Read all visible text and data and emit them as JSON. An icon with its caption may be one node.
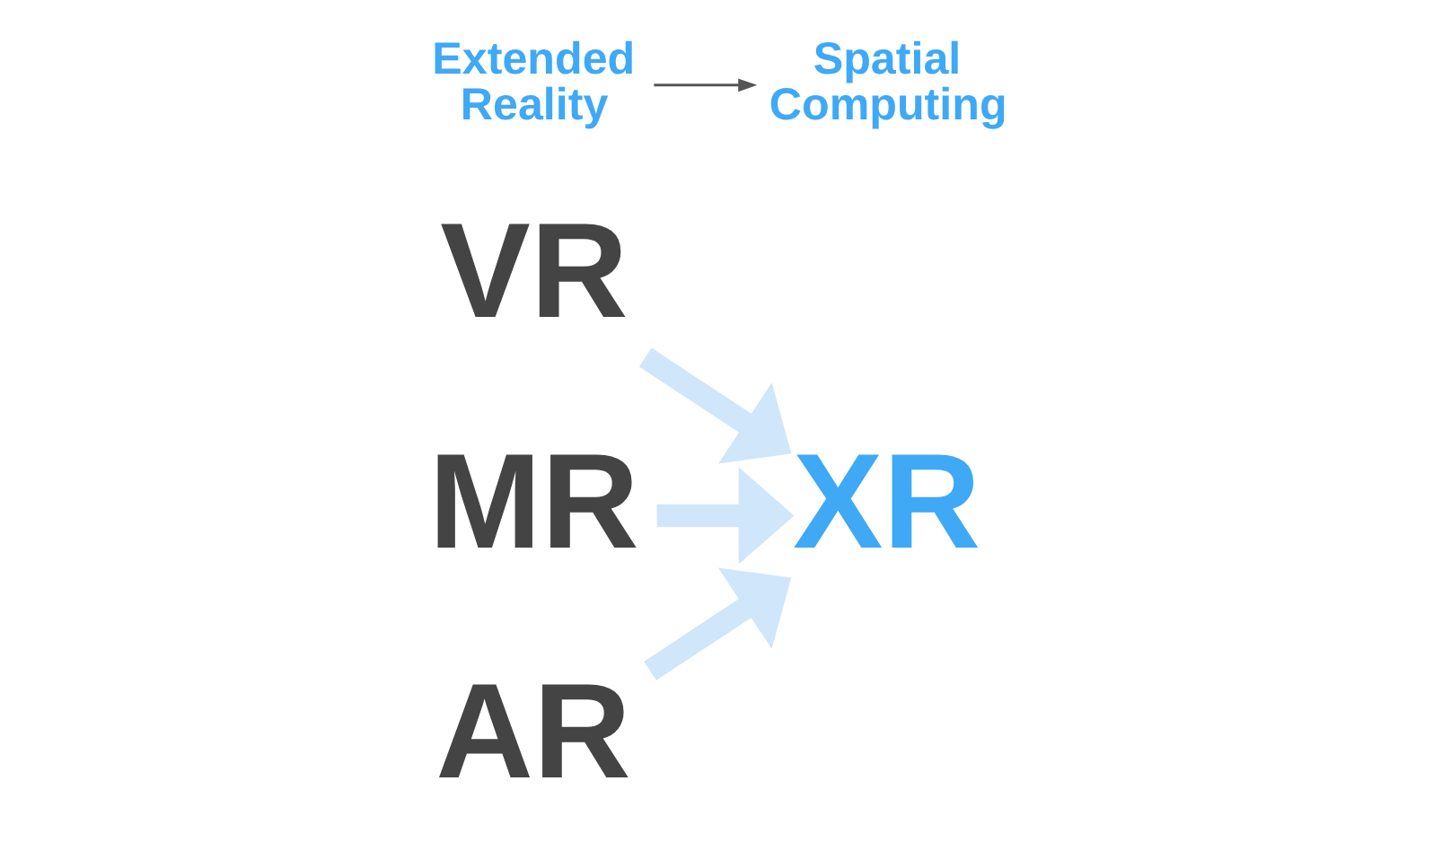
{
  "diagram": {
    "nodes": [
      {
        "text": [
          "VR"
        ]
      },
      {
        "text": [
          "MR"
        ]
      },
      {
        "text": [
          "XR"
        ]
      },
      {
        "text": [
          "Extended Reality"
        ]
      },
      {
        "text": [
          "Spatial Computing"
        ]
      },
      {
        "text": [
          "AR"
        ]
      }
    ],
    "edges": [
      {
        "from": 0,
        "to": 2,
        "arrow": "to"
      },
      {
        "from": 1,
        "to": 2,
        "arrow": "to"
      },
      {
        "from": 5,
        "to": 2,
        "arrow": "to"
      },
      {
        "from": 3,
        "to": 4,
        "arrow": "to",
        "color": "#555555"
      }
    ]
  }
}
